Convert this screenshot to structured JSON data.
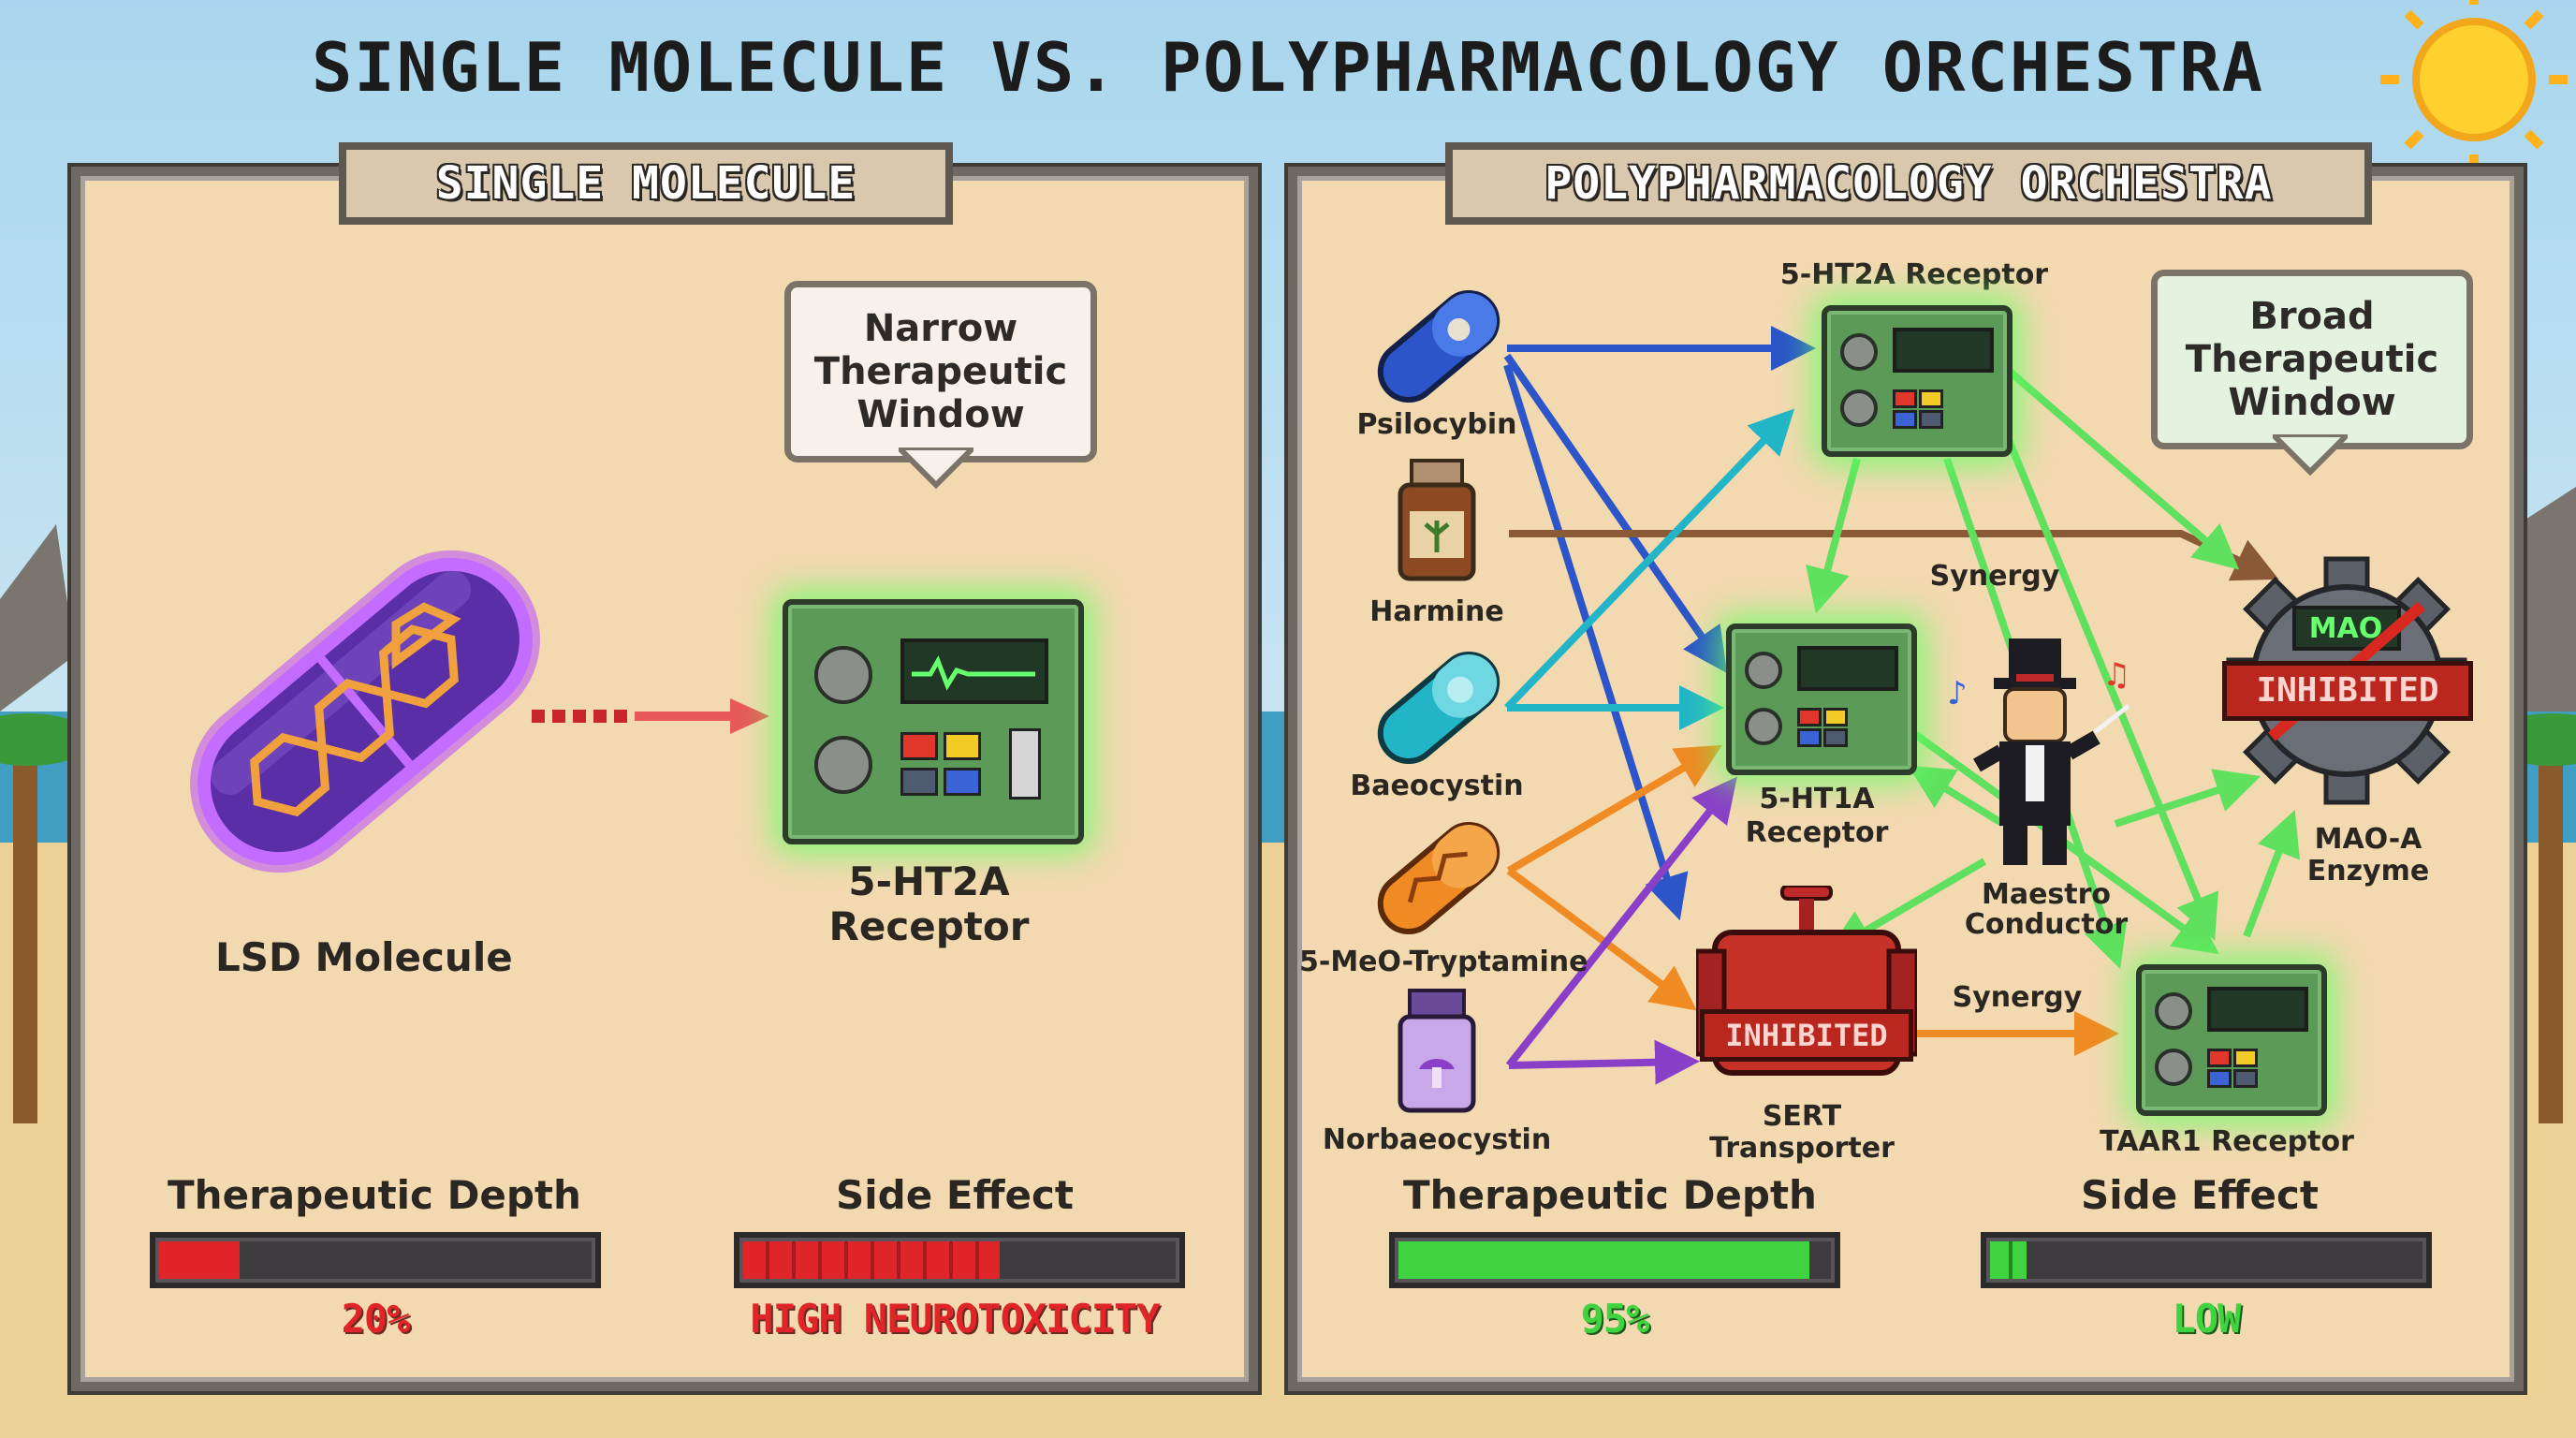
{
  "title": "SINGLE MOLECULE VS. POLYPHARMACOLOGY ORCHESTRA",
  "left": {
    "tab": "SINGLE MOLECULE",
    "callout": [
      "Narrow",
      "Therapeutic",
      "Window"
    ],
    "molecule": "LSD Molecule",
    "receptor": [
      "5-HT2A",
      "Receptor"
    ],
    "depth_label": "Therapeutic Depth",
    "depth_value": "20%",
    "depth_fraction": 0.2,
    "side_label": "Side Effect",
    "side_value": "HIGH NEUROTOXICITY",
    "side_fraction": 0.6
  },
  "right": {
    "tab": "POLYPHARMACOLOGY ORCHESTRA",
    "callout": [
      "Broad",
      "Therapeutic",
      "Window"
    ],
    "compounds": {
      "psilocybin": "Psilocybin",
      "harmine": "Harmine",
      "baeocystin": "Baeocystin",
      "meo": "5-MeO-Tryptamine",
      "norbaeocystin": "Norbaeocystin"
    },
    "targets": {
      "ht2a": "5-HT2A Receptor",
      "ht1a": [
        "5-HT1A",
        "Receptor"
      ],
      "sert": [
        "SERT",
        "Transporter"
      ],
      "mao": [
        "MAO-A",
        "Enzyme"
      ],
      "taar1": "TAAR1 Receptor"
    },
    "conductor": [
      "Maestro",
      "Conductor"
    ],
    "synergy_top": "Synergy",
    "synergy_bottom": "Synergy",
    "inhibited_mao": "INHIBITED",
    "inhibited_sert": "INHIBITED",
    "mao_screen": "MAO",
    "depth_label": "Therapeutic Depth",
    "depth_value": "95%",
    "depth_fraction": 0.95,
    "side_label": "Side Effect",
    "side_value": "LOW",
    "side_fraction": 0.1
  },
  "colors": {
    "psilocybin_arrow": "#2b55c8",
    "baeocystin_arrow": "#22b5c8",
    "harmine_arrow": "#8a5a36",
    "meo_arrow": "#f08a22",
    "norbaeocystin_arrow": "#8a3fc8",
    "receptor_arrow": "#5fe05f",
    "bad_meter": "#e0252a",
    "good_meter": "#3fd43f"
  }
}
